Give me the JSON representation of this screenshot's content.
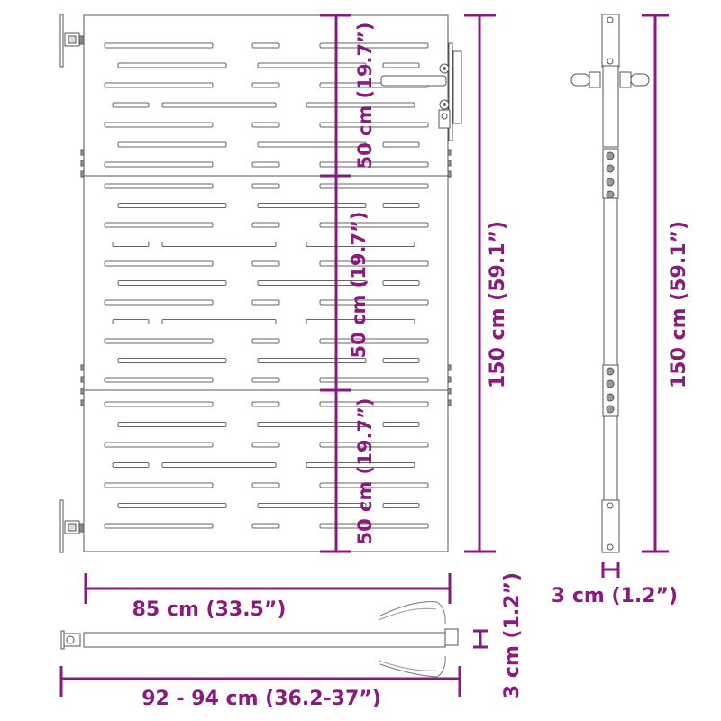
{
  "colors": {
    "dimension": "#8a1a7e",
    "outline": "#555555",
    "background": "#ffffff"
  },
  "front_view": {
    "panel_heights": [
      "50 cm (19.7”)",
      "50 cm (19.7”)",
      "50 cm (19.7”)"
    ],
    "total_height": "150 cm (59.1”)",
    "width": "85 cm (33.5”)"
  },
  "side_view": {
    "total_height": "150 cm (59.1”)",
    "depth": "3 cm (1.2”)"
  },
  "top_view": {
    "overall_width": "92 - 94 cm (36.2-37”)",
    "depth": "3 cm (1.2”)"
  },
  "components": [
    "gate-panel",
    "hinge",
    "door-handle",
    "lock-cylinder",
    "post"
  ]
}
